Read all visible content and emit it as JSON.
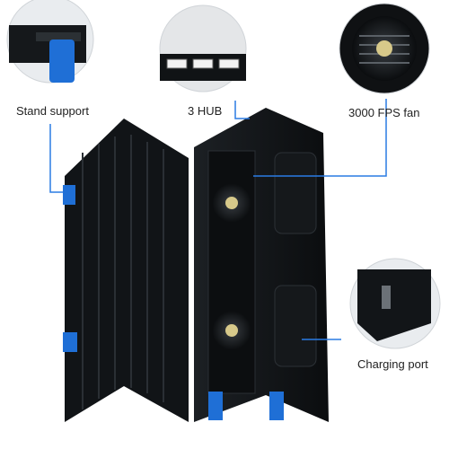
{
  "image": {
    "kind": "product-photo",
    "subject": "Vertical stand with cooling fans, USB hub and dual controller charging dock",
    "colors": {
      "body": "#111417",
      "accent": "#1f6fd6",
      "line": "#2a7be4",
      "background": "#ffffff"
    }
  },
  "callouts": {
    "stand_support": "Stand support",
    "hub": "3 HUB",
    "fan": "3000 FPS fan",
    "charging_port": "Charging port"
  }
}
